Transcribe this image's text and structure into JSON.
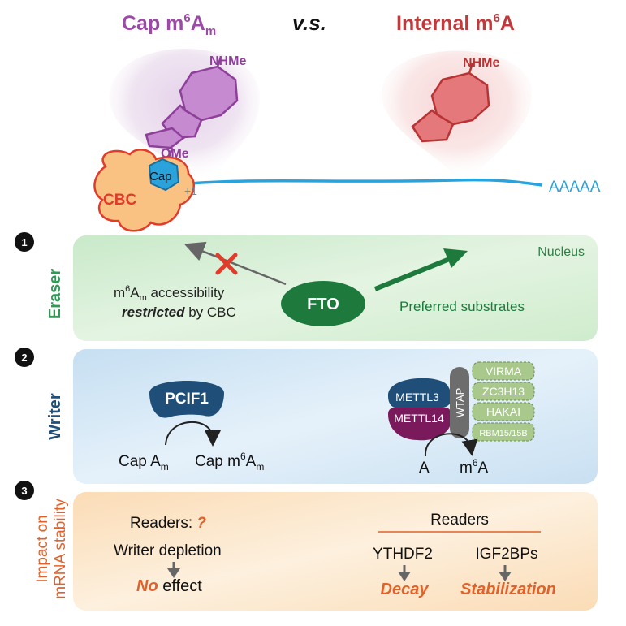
{
  "header": {
    "cap_title": "Cap m",
    "cap_title_sup": "6",
    "cap_title_A": "A",
    "cap_title_sub": "m",
    "vs": "v.s.",
    "internal_title": "Internal m",
    "internal_title_sup": "6",
    "internal_title_A": "A"
  },
  "molecule": {
    "cap_nhme": "NHMe",
    "cap_ome": "OMe",
    "internal_nhme": "NHMe"
  },
  "mrna": {
    "cbc": "CBC",
    "cap": "Cap",
    "plus_one": "+1",
    "polya": "AAAAA"
  },
  "panel1": {
    "number": "1",
    "side_label": "Eraser",
    "location": "Nucleus",
    "enzyme": "FTO",
    "left_line1_m": "m",
    "left_line1_sup": "6",
    "left_line1_A": "A",
    "left_line1_sub": "m",
    "left_line1_rest": " accessibility",
    "left_line2_em": "restricted",
    "left_line2_rest": " by CBC",
    "right_text": "Preferred substrates"
  },
  "panel2": {
    "number": "2",
    "side_label": "Writer",
    "writer1": "PCIF1",
    "from1_a": "Cap A",
    "from1_sub": "m",
    "to1_a": "Cap m",
    "to1_sup": "6",
    "to1_A": "A",
    "to1_sub": "m",
    "mettl3": "METTL3",
    "mettl14": "METTL14",
    "wtap": "WTAP",
    "subunits": [
      "VIRMA",
      "ZC3H13",
      "HAKAI",
      "RBM15/15B"
    ],
    "from2": "A",
    "to2_m": "m",
    "to2_sup": "6",
    "to2_A": "A"
  },
  "panel3": {
    "number": "3",
    "side_label_line1": "Impact on",
    "side_label_line2": "mRNA stability",
    "readers_left": "Readers: ",
    "readers_left_q": "?",
    "writer_depletion": "Writer depletion",
    "no_effect_em": "No",
    "no_effect_rest": " effect",
    "readers_right": "Readers",
    "reader_a": "YTHDF2",
    "reader_b": "IGF2BPs",
    "outcome_a": "Decay",
    "outcome_b": "Stabilization"
  },
  "colors": {
    "cap_title": "#9b4aa5",
    "internal_title": "#c0393b",
    "eraser_green": "#2e9a55",
    "fto_green": "#1d7a3c",
    "writer_blue": "#1f4e79",
    "impact_orange": "#e0622a",
    "mrna_blue": "#2aa3dc",
    "cbc_red": "#e23b2a"
  }
}
